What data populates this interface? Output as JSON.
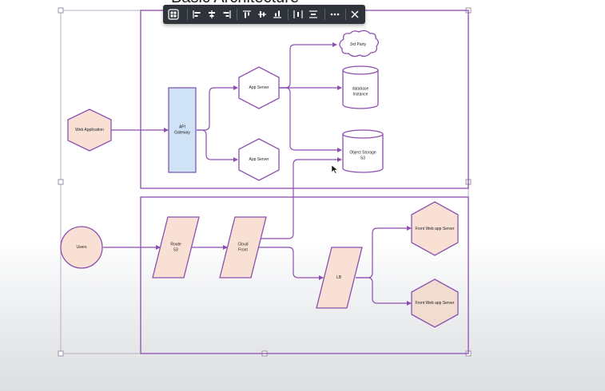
{
  "page_title": "Basic Architecture",
  "toolbar": {
    "buttons": [
      {
        "name": "group-icon"
      },
      {
        "name": "align-left-icon"
      },
      {
        "name": "align-center-horizontal-icon"
      },
      {
        "name": "align-right-icon"
      },
      {
        "name": "align-top-icon"
      },
      {
        "name": "align-middle-icon"
      },
      {
        "name": "align-bottom-icon"
      },
      {
        "name": "distribute-horizontal-icon"
      },
      {
        "name": "distribute-vertical-icon"
      },
      {
        "name": "more-options-icon"
      },
      {
        "name": "close-icon"
      }
    ]
  },
  "nodes": {
    "web_application": "Web Application",
    "api_gateway": [
      "API",
      "Gateway"
    ],
    "app_server_top": "App Server",
    "app_server_bottom": "App Server",
    "third_party": "3rd Party",
    "database": [
      "database",
      "Instance"
    ],
    "object_storage": [
      "Object Storage",
      "S3"
    ],
    "users": "Users",
    "route53": [
      "Route",
      "53"
    ],
    "cloudfront": [
      "Cloud",
      "Front"
    ],
    "lb": "LB",
    "front_server_top": "Front Web app Server",
    "front_server_bottom": "Front Web app Server"
  },
  "colors": {
    "stroke": "#8c4fb0",
    "hex_fill": "#f8e1d4",
    "gateway_fill": "#cfe2f6",
    "gateway_stroke": "#7d5cb0",
    "selection": "#a69bb8",
    "toolbar_bg": "#2f343b"
  }
}
